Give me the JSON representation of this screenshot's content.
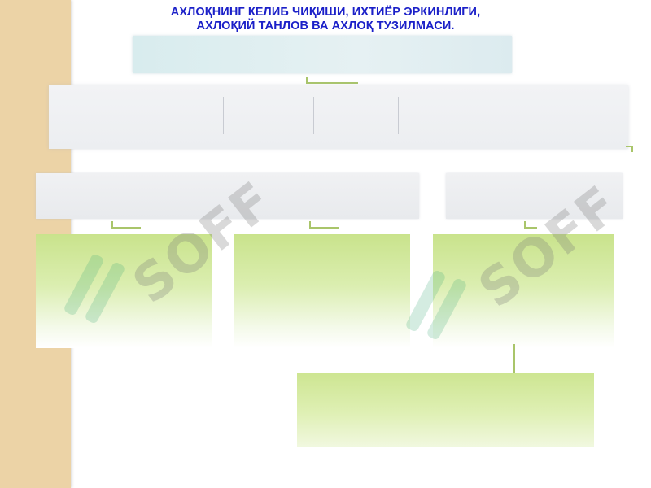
{
  "slide": {
    "title_line1": "АХЛОҚНИНГ КЕЛИБ ЧИҚИШИ, ИХТИЁР ЭРКИНЛИГИ,",
    "title_line2": "АХЛОҚИЙ ТАНЛОВ ВА АХЛОҚ ТУЗИЛМАСИ.",
    "title_color": "#1b20c8"
  },
  "watermark": {
    "text": "SOFF"
  },
  "colors": {
    "left_strip": "#ecd3a6",
    "title_bar": "#dcecef",
    "grey_box": "#eceef1",
    "green_box": "#c9e38c"
  }
}
